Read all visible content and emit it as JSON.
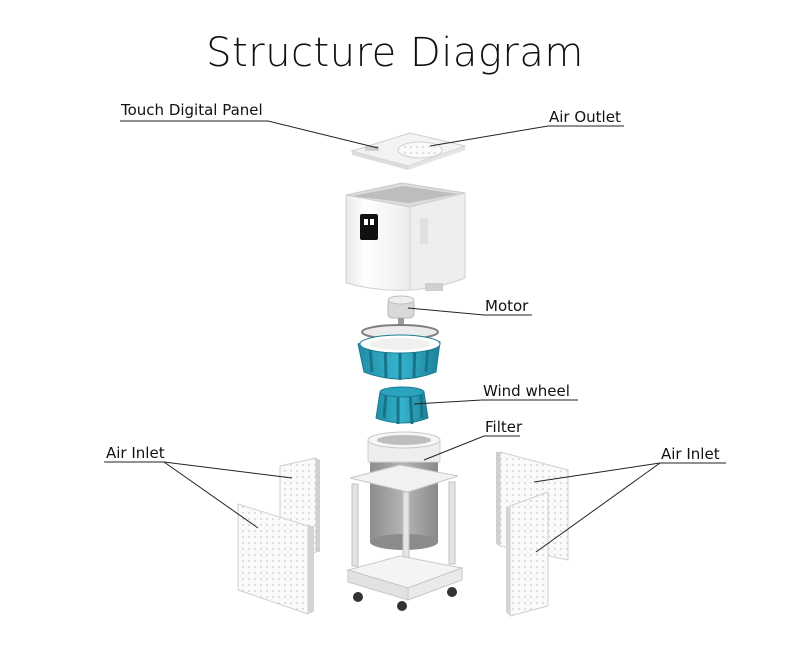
{
  "title": "Structure Diagram",
  "labels": {
    "touch_panel": "Touch Digital Panel",
    "air_outlet": "Air Outlet",
    "motor": "Motor",
    "wind_wheel": "Wind wheel",
    "filter": "Filter",
    "air_inlet_left": "Air Inlet",
    "air_inlet_right": "Air Inlet"
  },
  "colors": {
    "accent": "#2aa3bd",
    "accent_dark": "#1b7f95",
    "body": "#f4f4f4",
    "filter": "#9e9e9e"
  }
}
